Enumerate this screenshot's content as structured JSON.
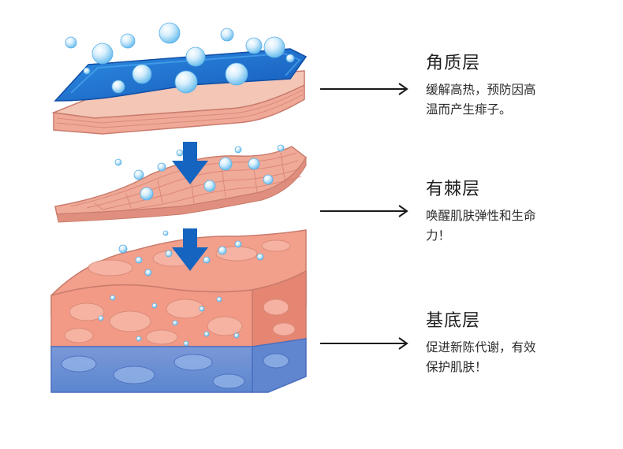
{
  "layers": [
    {
      "title": "角质层",
      "description": "缓解高热，预防因高\n温而产生痱子。"
    },
    {
      "title": "有棘层",
      "description": "唤醒肌肤弹性和生命\n力！"
    },
    {
      "title": "基底层",
      "description": "促进新陈代谢，有效\n保护肌肤！"
    }
  ],
  "colors": {
    "water_blue": "#1a6fcf",
    "skin_pink": "#f0a89a",
    "base_blue": "#6f93d6",
    "arrow_blue": "#1565c0"
  }
}
